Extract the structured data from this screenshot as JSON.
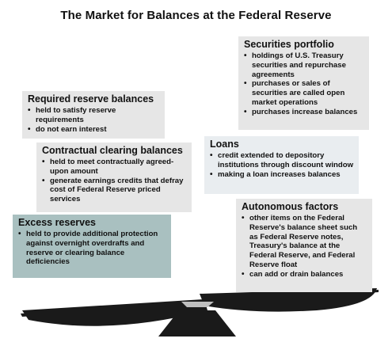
{
  "title": "The Market for Balances at the Federal Reserve",
  "required": {
    "heading": "Required reserve balances",
    "items": [
      "held to satisfy reserve requirements",
      "do not earn interest"
    ]
  },
  "clearing": {
    "heading": "Contractual clearing balances",
    "items": [
      "held to meet contractually agreed-upon amount",
      "generate earnings credits that defray cost of Federal Reserve priced services"
    ]
  },
  "excess": {
    "heading": "Excess reserves",
    "items": [
      "held to provide additional protection against overnight overdrafts and reserve or clearing balance deficiencies"
    ]
  },
  "securities": {
    "heading": "Securities portfolio",
    "items": [
      "holdings of U.S. Treasury securities and repurchase agreements",
      "purchases or sales of securities are called open market operations",
      "purchases increase balances"
    ]
  },
  "loans": {
    "heading": "Loans",
    "items": [
      "credit extended to depository institutions through discount window",
      "making a loan increases balances"
    ]
  },
  "autonomous": {
    "heading": "Autonomous factors",
    "items": [
      "other items on the Federal Reserve's balance sheet such as Federal Reserve notes, Treasury's balance at the Federal Reserve, and Federal Reserve float",
      "can add or drain balances"
    ]
  },
  "colors": {
    "box_gray": "#e6e6e6",
    "box_teal": "#a9c0c0",
    "box_light": "#e9edf0",
    "scale_dark": "#1a1a1a",
    "pivot_light": "#bfbfbf"
  }
}
